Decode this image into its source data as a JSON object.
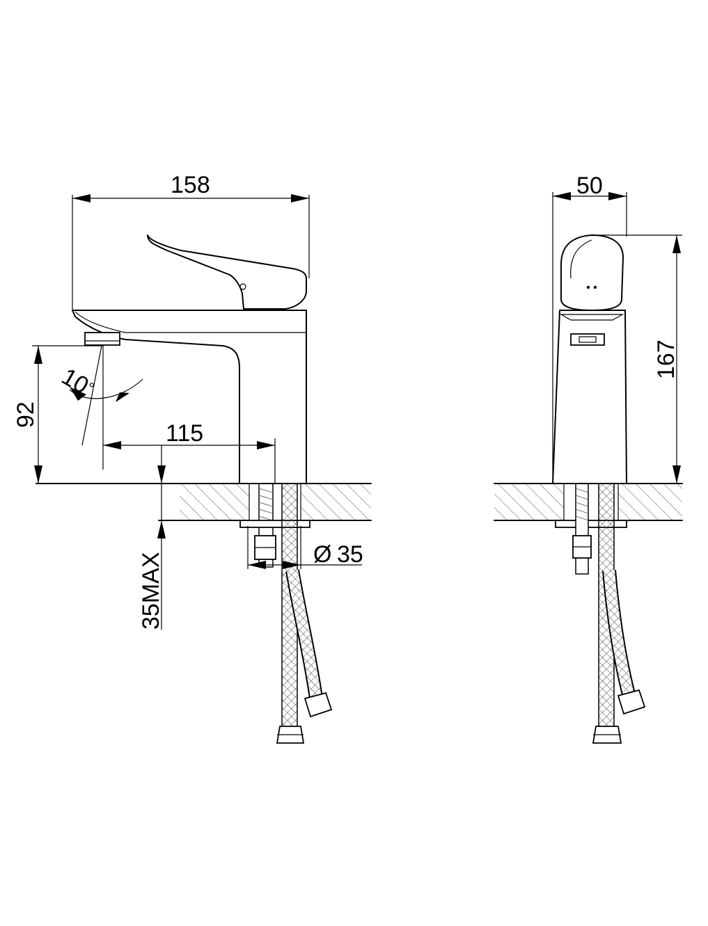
{
  "side_view": {
    "dim_length": "158",
    "dim_height": "92",
    "dim_angle": "10",
    "dim_angle_unit": "°",
    "dim_reach": "115",
    "dim_hole": "35",
    "dim_hole_symbol": "Ø",
    "dim_thickness": "35MAX"
  },
  "front_view": {
    "dim_width": "50",
    "dim_total_height": "167"
  }
}
